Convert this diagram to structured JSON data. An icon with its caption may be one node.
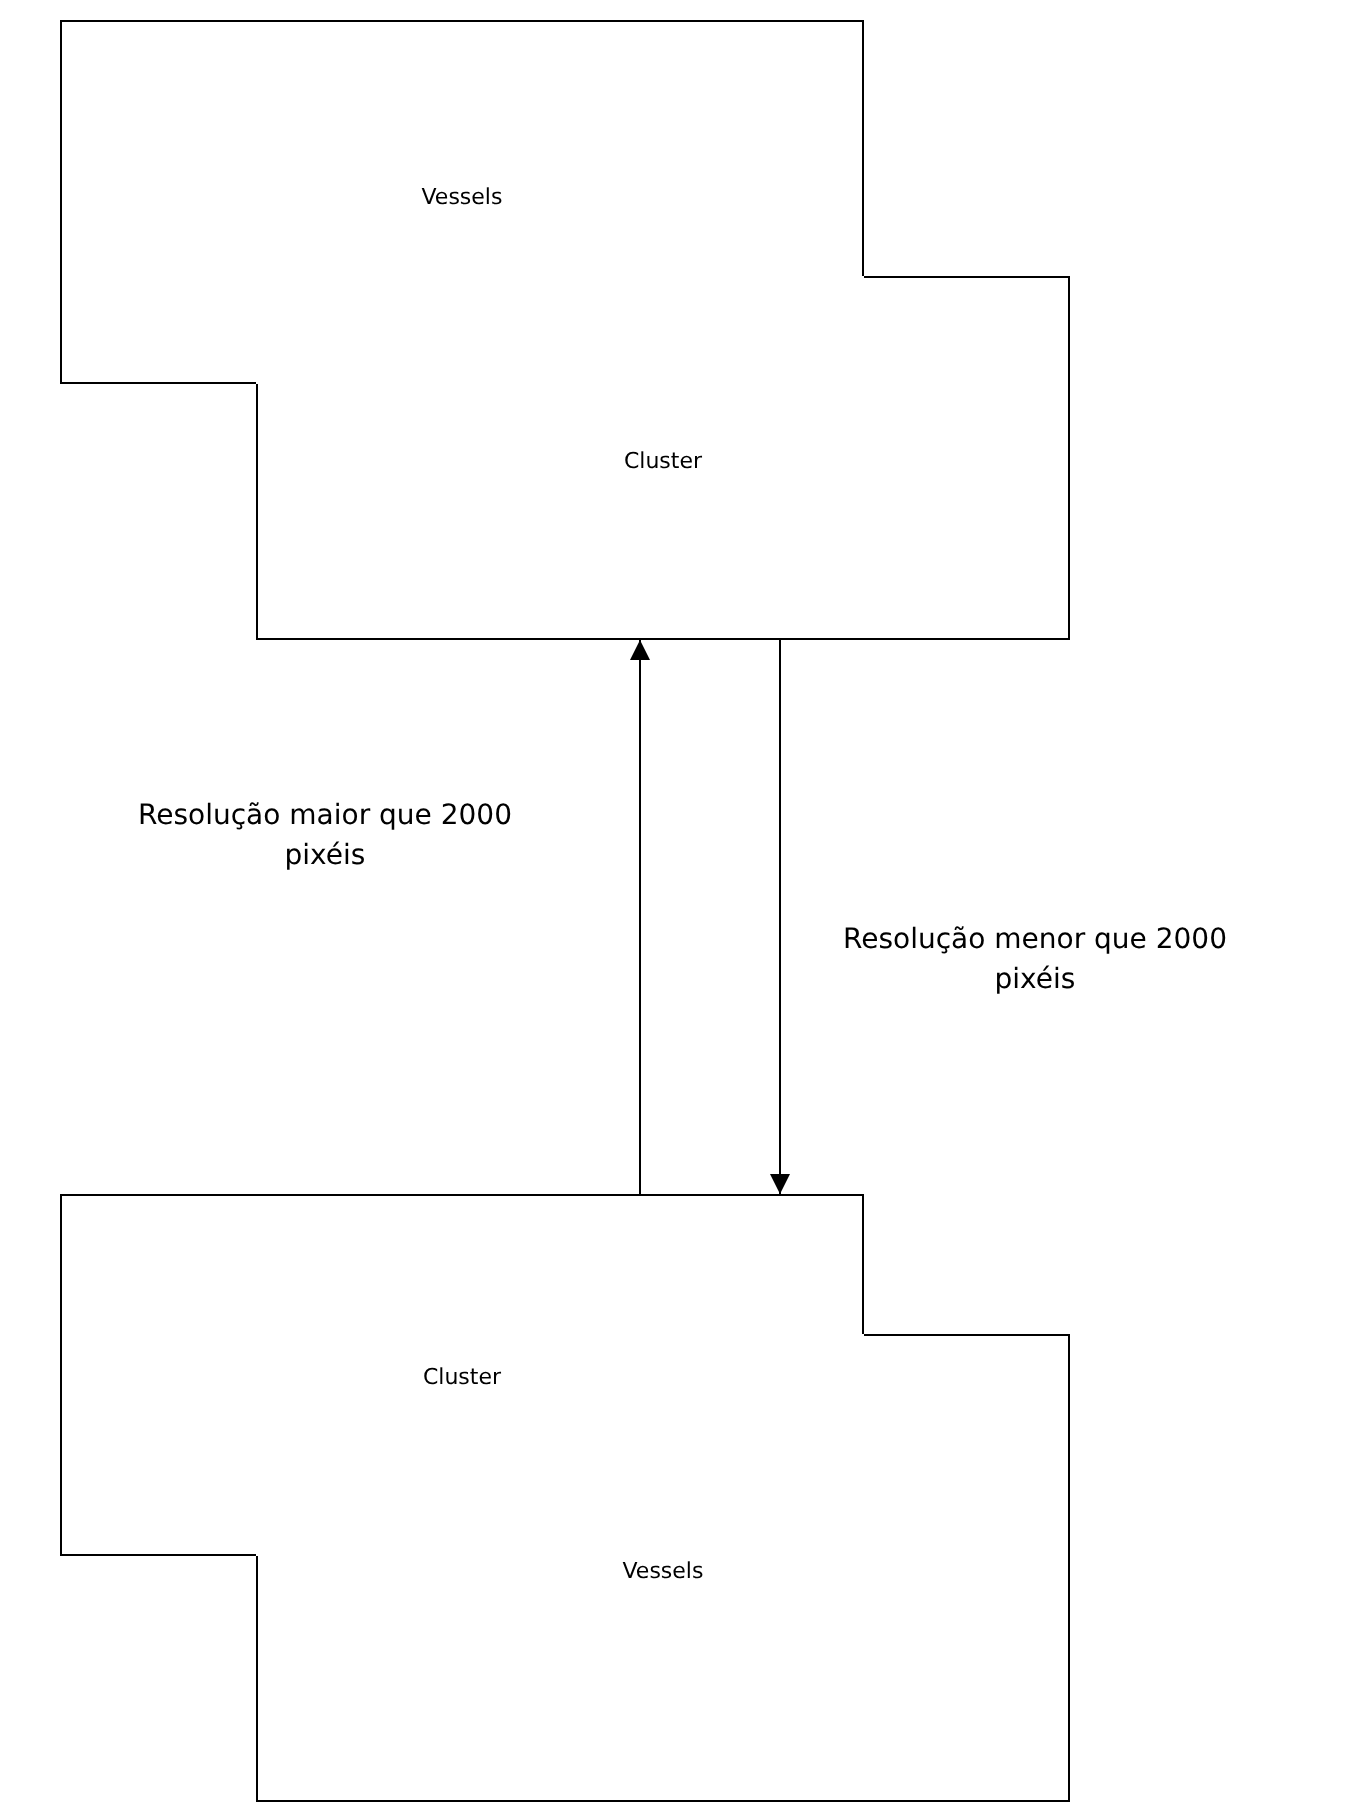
{
  "diagram": {
    "nodes": [
      {
        "text": [
          "Vessels"
        ]
      },
      {
        "text": [
          "Cluster"
        ]
      },
      {
        "text": [
          "Cluster"
        ]
      },
      {
        "text": [
          "Vessels"
        ]
      }
    ],
    "edges": [
      {
        "from": 2,
        "to": 1,
        "arrow": "to",
        "label": "Resolução maior que 2000 pixéis"
      },
      {
        "from": 1,
        "to": 2,
        "arrow": "to",
        "label": "Resolução menor que 2000 pixéis"
      }
    ]
  }
}
